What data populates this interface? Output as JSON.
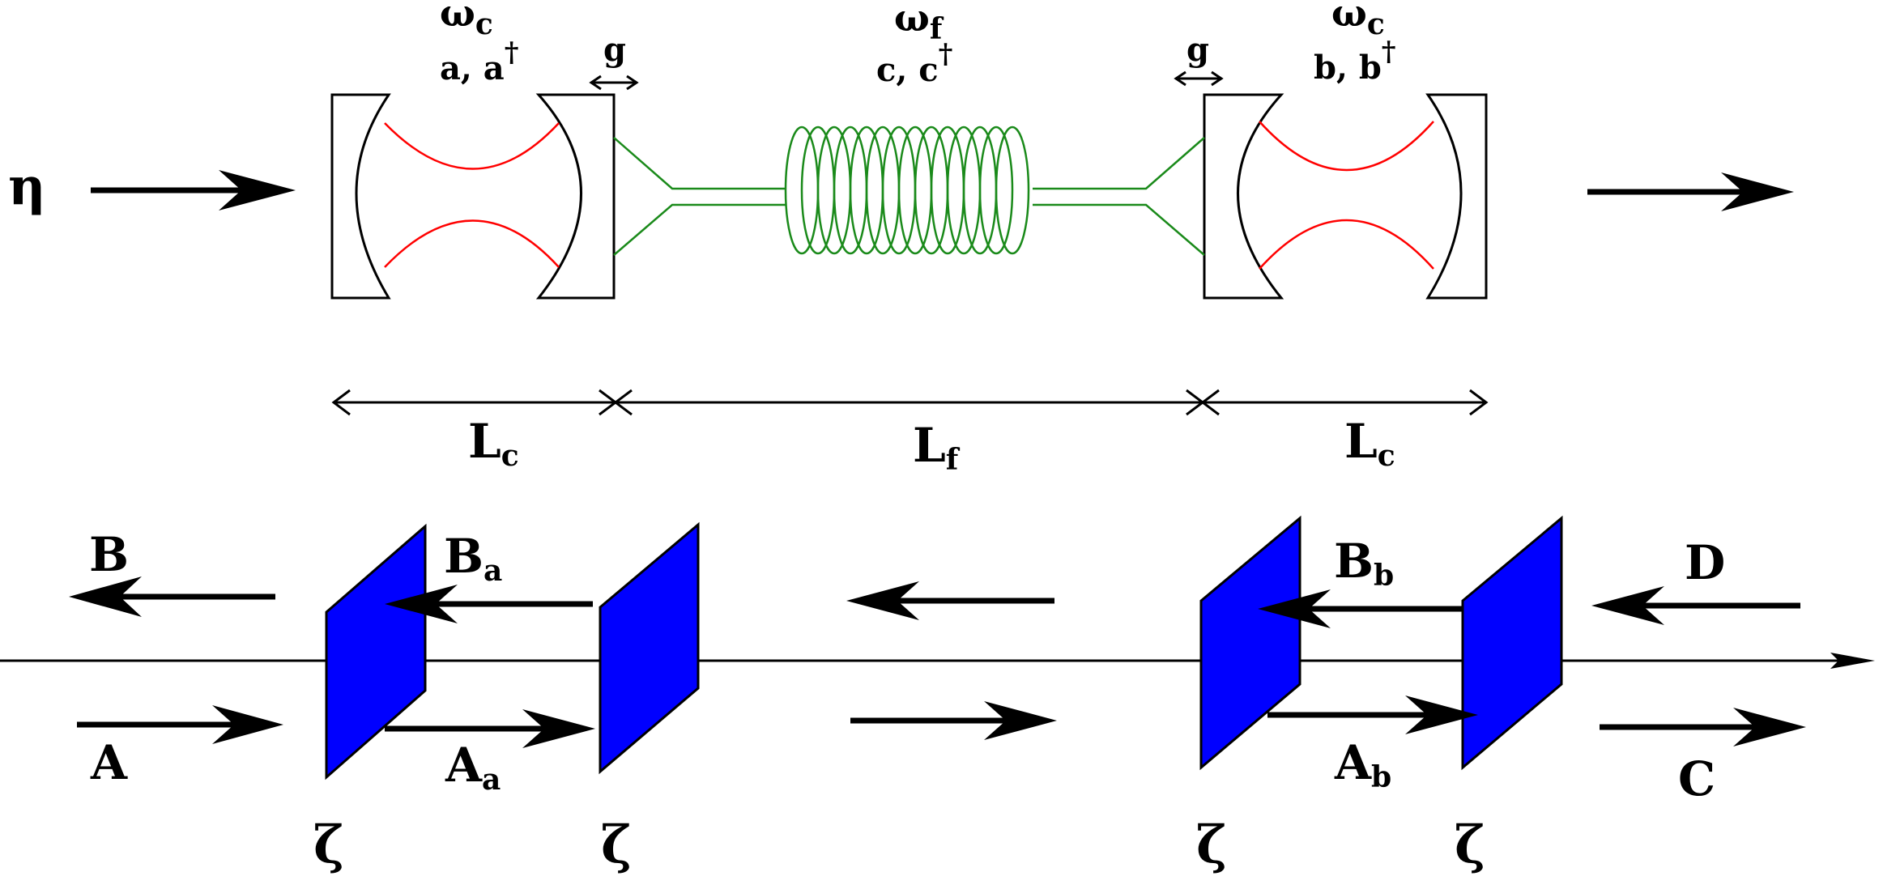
{
  "top": {
    "input_symbol": "η",
    "cavity_left": {
      "freq": "ω",
      "freq_sub": "c",
      "modes": "a, a",
      "dagger": "†"
    },
    "fiber": {
      "freq": "ω",
      "freq_sub": "f",
      "modes": "c, c",
      "dagger": "†"
    },
    "cavity_right": {
      "freq": "ω",
      "freq_sub": "c",
      "modes": "b, b",
      "dagger": "†"
    },
    "coupling_left": "g",
    "coupling_right": "g"
  },
  "lengths": {
    "left": {
      "main": "L",
      "sub": "c"
    },
    "middle": {
      "main": "L",
      "sub": "f"
    },
    "right": {
      "main": "L",
      "sub": "c"
    }
  },
  "bottom": {
    "B": "B",
    "A": "A",
    "Ba": {
      "main": "B",
      "sub": "a"
    },
    "Aa": {
      "main": "A",
      "sub": "a"
    },
    "Bb": {
      "main": "B",
      "sub": "b"
    },
    "Ab": {
      "main": "A",
      "sub": "b"
    },
    "D": "D",
    "C": "C",
    "zeta": [
      "ζ",
      "ζ",
      "ζ",
      "ζ"
    ]
  },
  "colors": {
    "ink": "#000000",
    "mode_profile": "#ff0000",
    "fiber": "#1a8a1a",
    "mirror_plate": "#0000ff"
  }
}
